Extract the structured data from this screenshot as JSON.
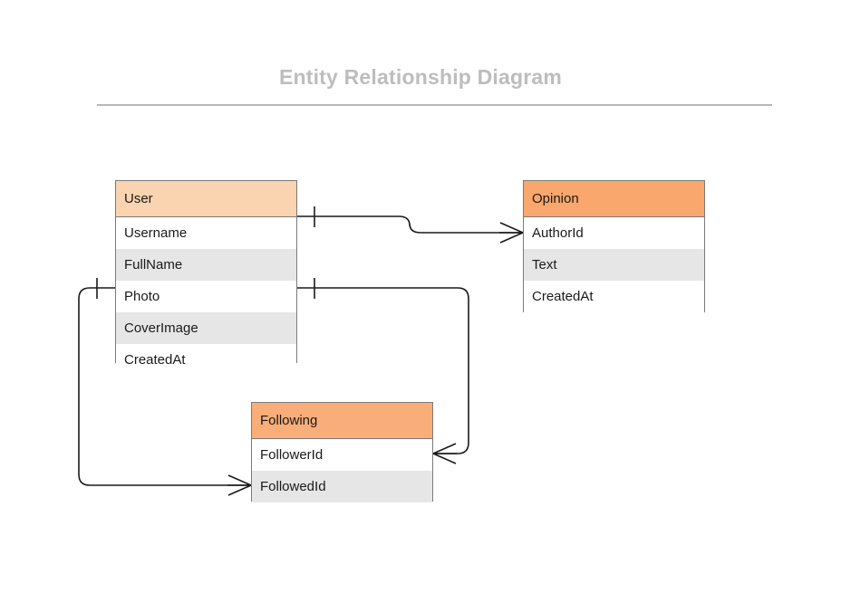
{
  "page": {
    "title": "Entity Relationship Diagram",
    "background_color": "#ffffff",
    "title_color": "#bdbdbd",
    "rule_color": "#b8b8b8"
  },
  "chart_data": {
    "type": "diagram",
    "diagram_kind": "entity-relationship",
    "title": "Entity Relationship Diagram",
    "entities": [
      {
        "name": "User",
        "header_color": "#fad3b0",
        "attributes": [
          "Username",
          "FullName",
          "Photo",
          "CoverImage",
          "CreatedAt"
        ]
      },
      {
        "name": "Opinion",
        "header_color": "#f9a76c",
        "attributes": [
          "AuthorId",
          "Text",
          "CreatedAt"
        ]
      },
      {
        "name": "Following",
        "header_color": "#f9ad79",
        "attributes": [
          "FollowerId",
          "FollowedId"
        ]
      }
    ],
    "relationships": [
      {
        "from": "User",
        "from_attribute": "Username",
        "from_cardinality": "one",
        "to": "Opinion",
        "to_attribute": "AuthorId",
        "to_cardinality": "many"
      },
      {
        "from": "User",
        "from_attribute": "Photo",
        "from_cardinality": "one",
        "to": "Following",
        "to_attribute": "FollowerId",
        "to_cardinality": "many"
      },
      {
        "from": "User",
        "from_attribute": "Photo",
        "from_cardinality": "one",
        "to": "Following",
        "to_attribute": "FollowedId",
        "to_cardinality": "many"
      }
    ]
  },
  "entities": {
    "user": {
      "name": "User",
      "attributes": [
        {
          "label": "Username"
        },
        {
          "label": "FullName"
        },
        {
          "label": "Photo"
        },
        {
          "label": "CoverImage"
        },
        {
          "label": "CreatedAt"
        }
      ]
    },
    "opinion": {
      "name": "Opinion",
      "attributes": [
        {
          "label": "AuthorId"
        },
        {
          "label": "Text"
        },
        {
          "label": "CreatedAt"
        }
      ]
    },
    "following": {
      "name": "Following",
      "attributes": [
        {
          "label": "FollowerId"
        },
        {
          "label": "FollowedId"
        }
      ]
    }
  }
}
